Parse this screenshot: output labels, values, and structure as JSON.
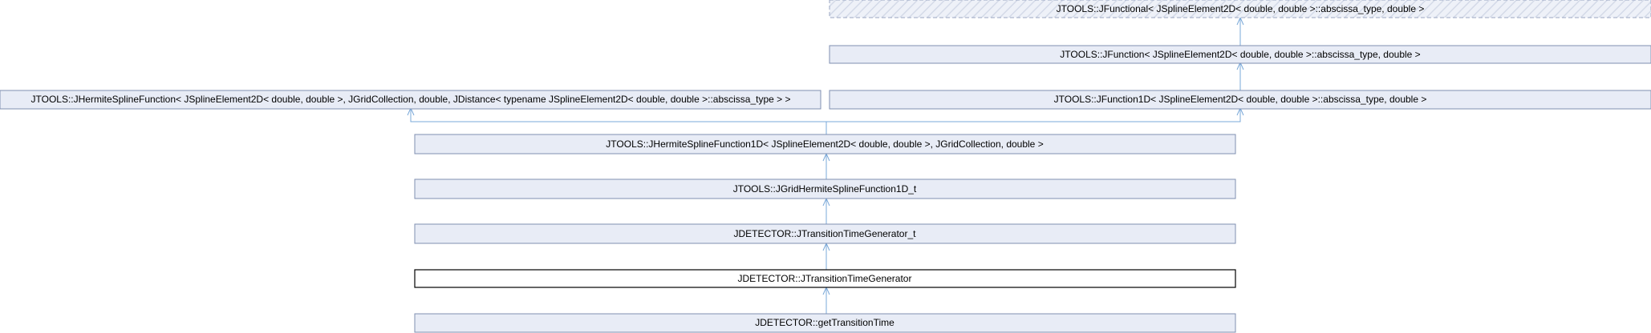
{
  "nodes": {
    "jfunctional": "JTOOLS::JFunctional< JSplineElement2D< double, double >::abscissa_type, double >",
    "jfunction": "JTOOLS::JFunction< JSplineElement2D< double, double >::abscissa_type, double >",
    "jhermite_spline_function": "JTOOLS::JHermiteSplineFunction< JSplineElement2D< double, double >, JGridCollection, double, JDistance< typename JSplineElement2D< double, double >::abscissa_type > >",
    "jfunction1d": "JTOOLS::JFunction1D< JSplineElement2D< double, double >::abscissa_type, double >",
    "jhermite_spline_function1d": "JTOOLS::JHermiteSplineFunction1D< JSplineElement2D< double, double >, JGridCollection, double >",
    "jgrid_hermite": "JTOOLS::JGridHermiteSplineFunction1D_t",
    "transition_time_generator_t": "JDETECTOR::JTransitionTimeGenerator_t",
    "transition_time_generator": "JDETECTOR::JTransitionTimeGenerator",
    "get_transition_time": "JDETECTOR::getTransitionTime"
  },
  "colors": {
    "node_fill": "#e8ecf6",
    "node_border": "#7f8fb0",
    "edge": "#7aa8d8",
    "current_border": "#000000"
  }
}
